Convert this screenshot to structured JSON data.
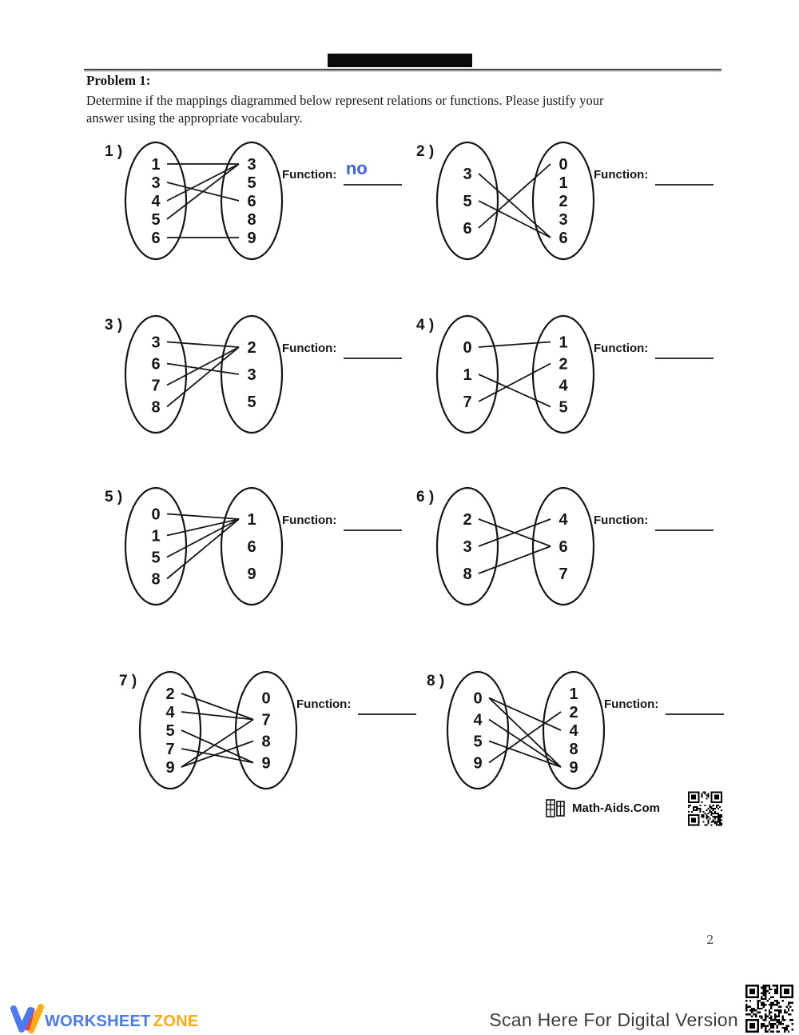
{
  "header": {
    "title": "Problem 1:",
    "instructions_line1": "Determine if the mappings diagrammed below represent relations or functions.  Please justify your",
    "instructions_line2": "answer using the appropriate vocabulary."
  },
  "function_label": "Function:",
  "problems": [
    {
      "num": "1 )",
      "left": [
        "1",
        "3",
        "4",
        "5",
        "6"
      ],
      "right": [
        "3",
        "5",
        "6",
        "8",
        "9"
      ],
      "connections": [
        [
          0,
          0
        ],
        [
          1,
          2
        ],
        [
          2,
          0
        ],
        [
          3,
          0
        ],
        [
          4,
          4
        ]
      ],
      "answer": "no"
    },
    {
      "num": "2 )",
      "left": [
        "3",
        "5",
        "6"
      ],
      "right": [
        "0",
        "1",
        "2",
        "3",
        "6"
      ],
      "connections": [
        [
          0,
          4
        ],
        [
          1,
          4
        ],
        [
          2,
          0
        ]
      ],
      "answer": ""
    },
    {
      "num": "3 )",
      "left": [
        "3",
        "6",
        "7",
        "8"
      ],
      "right": [
        "2",
        "3",
        "5"
      ],
      "connections": [
        [
          0,
          0
        ],
        [
          1,
          1
        ],
        [
          2,
          0
        ],
        [
          3,
          0
        ]
      ],
      "answer": ""
    },
    {
      "num": "4 )",
      "left": [
        "0",
        "1",
        "7"
      ],
      "right": [
        "1",
        "2",
        "4",
        "5"
      ],
      "connections": [
        [
          0,
          0
        ],
        [
          1,
          3
        ],
        [
          2,
          1
        ]
      ],
      "answer": ""
    },
    {
      "num": "5 )",
      "left": [
        "0",
        "1",
        "5",
        "8"
      ],
      "right": [
        "1",
        "6",
        "9"
      ],
      "connections": [
        [
          0,
          0
        ],
        [
          1,
          0
        ],
        [
          2,
          0
        ],
        [
          3,
          0
        ]
      ],
      "answer": ""
    },
    {
      "num": "6 )",
      "left": [
        "2",
        "3",
        "8"
      ],
      "right": [
        "4",
        "6",
        "7"
      ],
      "connections": [
        [
          0,
          1
        ],
        [
          1,
          0
        ],
        [
          2,
          1
        ]
      ],
      "answer": ""
    },
    {
      "num": "7 )",
      "left": [
        "2",
        "4",
        "5",
        "7",
        "9"
      ],
      "right": [
        "0",
        "7",
        "8",
        "9"
      ],
      "connections": [
        [
          0,
          1
        ],
        [
          1,
          1
        ],
        [
          2,
          3
        ],
        [
          3,
          3
        ],
        [
          4,
          1
        ],
        [
          4,
          2
        ]
      ],
      "answer": ""
    },
    {
      "num": "8 )",
      "left": [
        "0",
        "4",
        "5",
        "9"
      ],
      "right": [
        "1",
        "2",
        "4",
        "8",
        "9"
      ],
      "connections": [
        [
          0,
          2
        ],
        [
          0,
          4
        ],
        [
          1,
          4
        ],
        [
          2,
          4
        ],
        [
          3,
          1
        ]
      ],
      "answer": ""
    }
  ],
  "branding": {
    "math_aids": "Math-Aids.Com",
    "page_number": "2",
    "worksheet": "WORKSHEET",
    "zone": "ZONE",
    "scan_text": "Scan Here For Digital Version"
  },
  "colors": {
    "answer_blue": "#3a62e0",
    "brand_blue": "#4a7af2",
    "brand_orange": "#fbab19",
    "brand_red": "#ea4335",
    "ink": "#161616"
  }
}
